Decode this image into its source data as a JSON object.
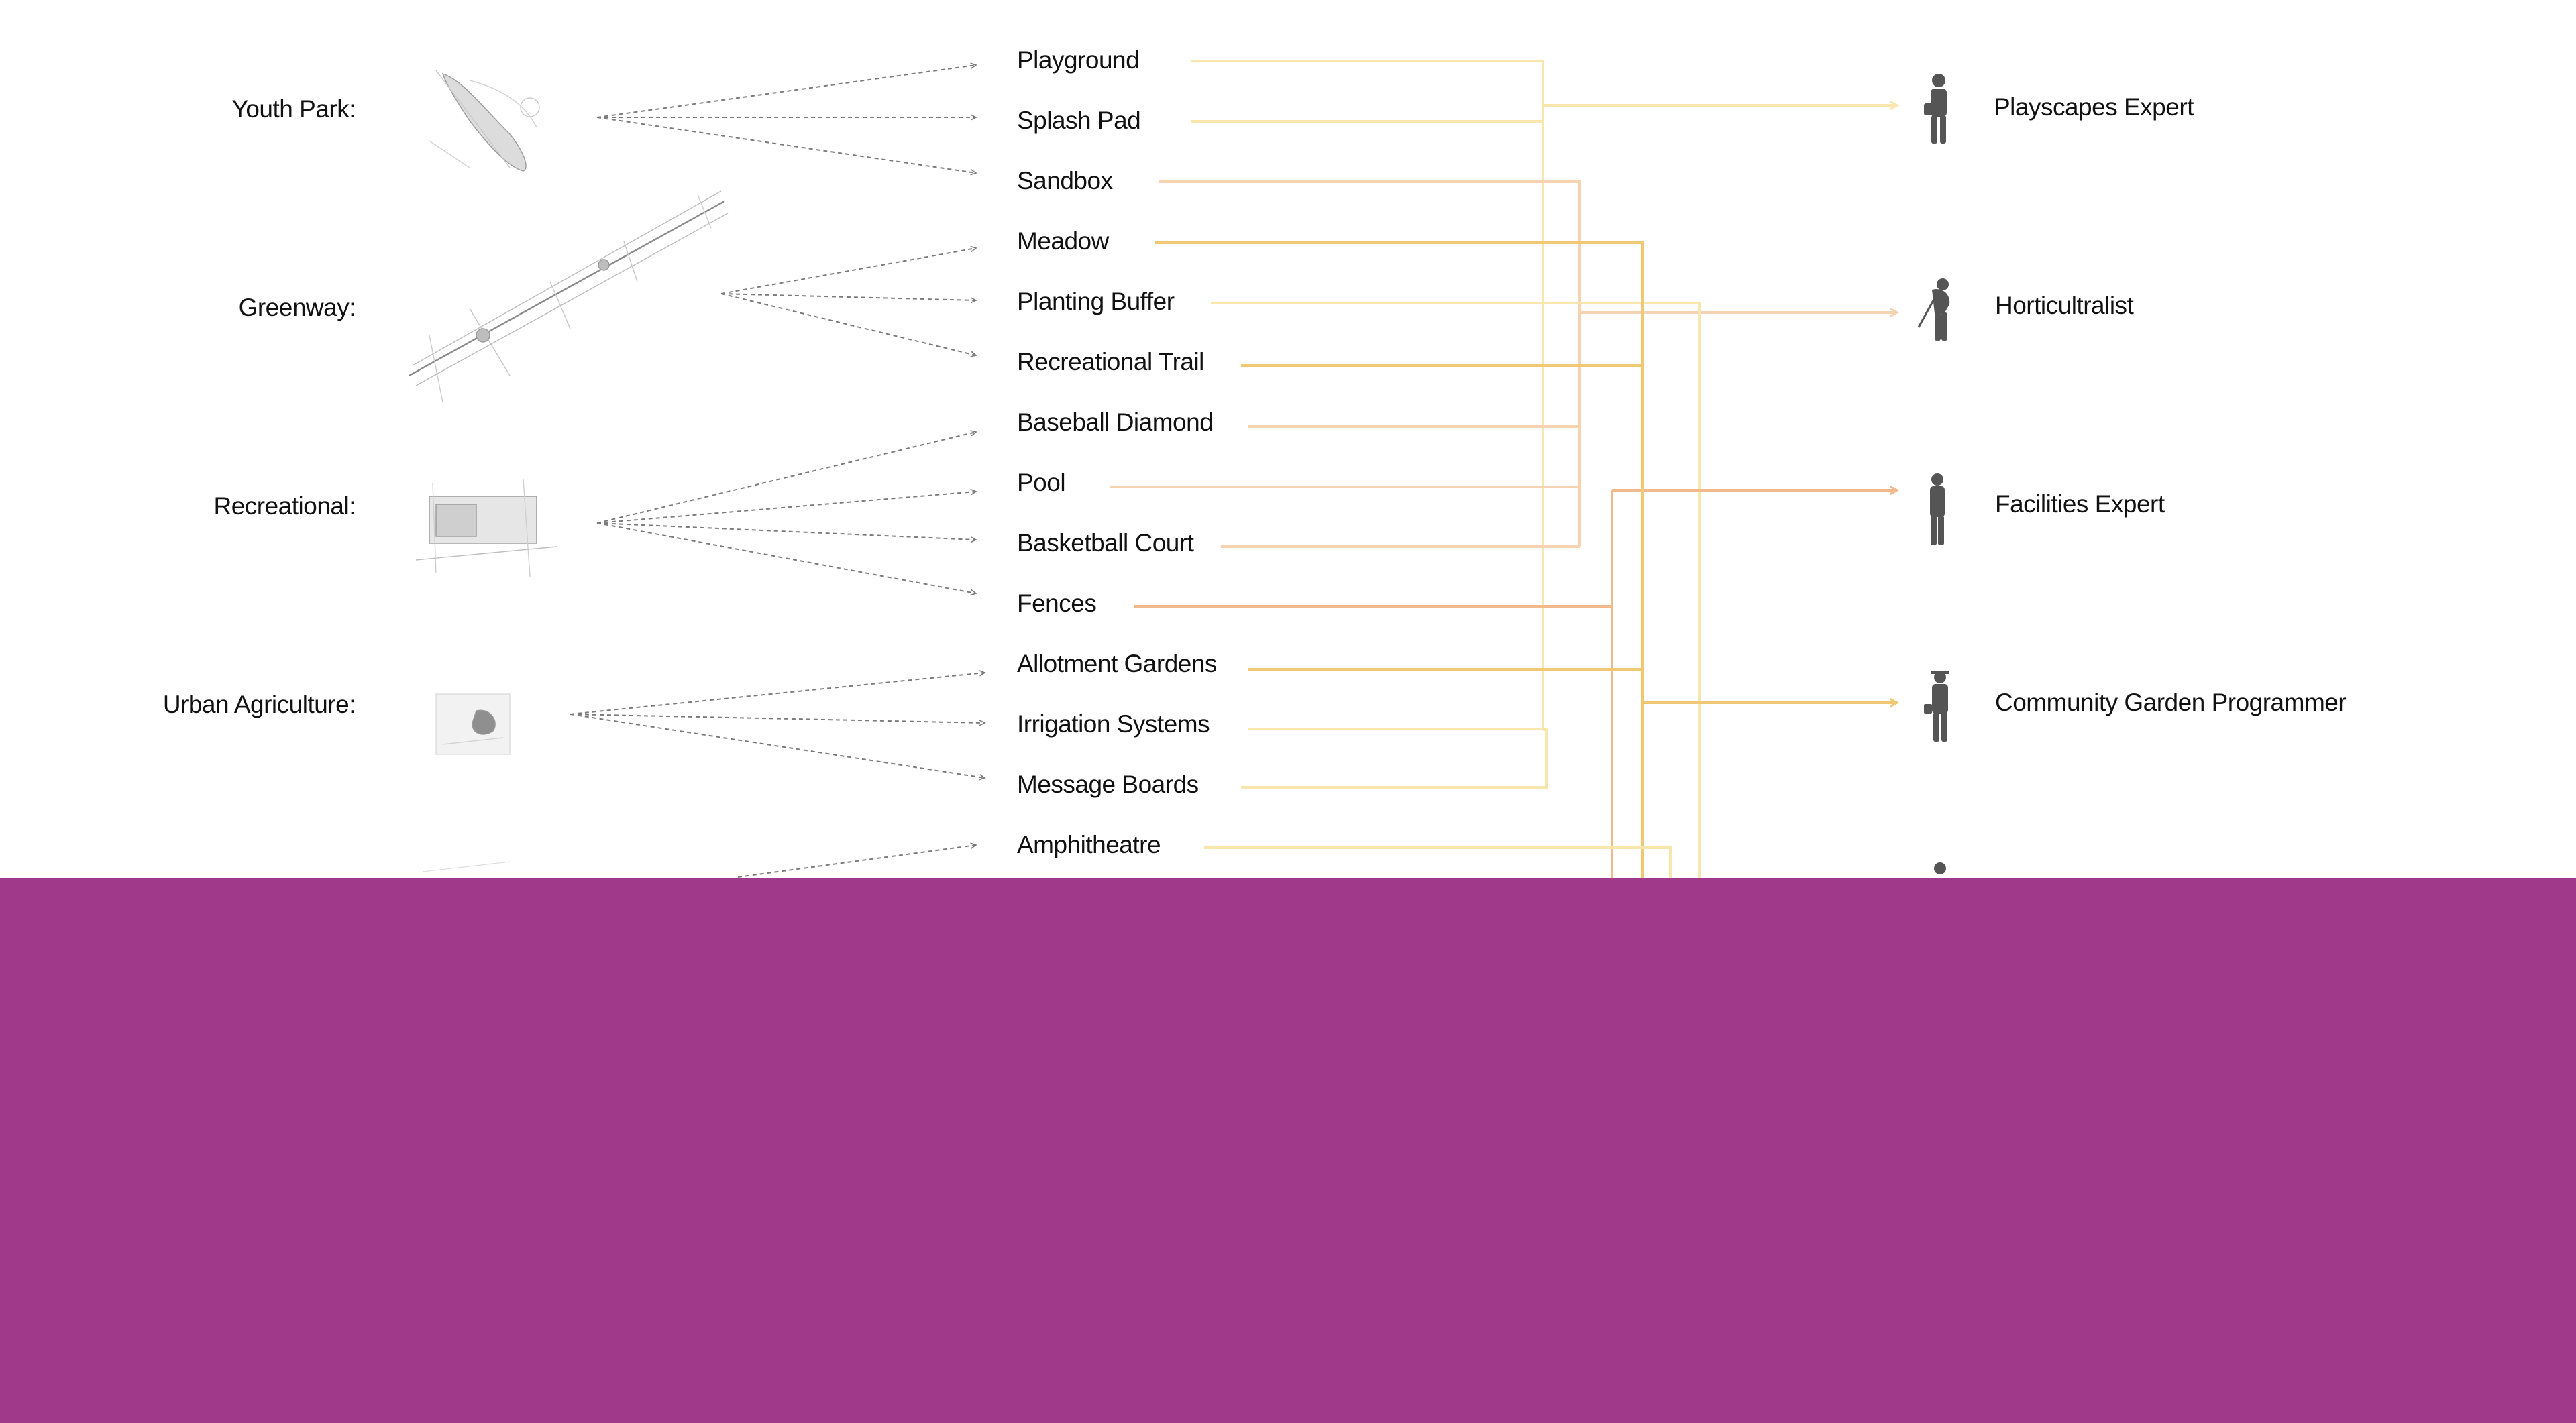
{
  "colors": {
    "background": "#ffffff",
    "bottom_band": "#a0398a",
    "dashed_arrow": "#7a7a7a",
    "silhouette": "#555555",
    "line_pale_yellow": "#f8e6ad",
    "line_peach": "#f6d3b0",
    "line_gold": "#f0c874",
    "line_orange": "#f2b98a"
  },
  "categories": [
    {
      "label": "Youth Park:",
      "icon": "youth-park-plan-thumbnail"
    },
    {
      "label": "Greenway:",
      "icon": "greenway-plan-thumbnail"
    },
    {
      "label": "Recreational:",
      "icon": "recreational-plan-thumbnail"
    },
    {
      "label": "Urban Agriculture:",
      "icon": "urban-agriculture-plan-thumbnail"
    }
  ],
  "elements": [
    "Playground",
    "Splash Pad",
    "Sandbox",
    "Meadow",
    "Planting Buffer",
    "Recreational Trail",
    "Baseball Diamond",
    "Pool",
    "Basketball Court",
    "Fences",
    "Allotment Gardens",
    "Irrigation Systems",
    "Message Boards",
    "Amphitheatre"
  ],
  "experts": [
    {
      "label": "Playscapes Expert",
      "icon": "worker-silhouette-icon"
    },
    {
      "label": "Horticultralist",
      "icon": "gardener-silhouette-icon"
    },
    {
      "label": "Facilities Expert",
      "icon": "worker-silhouette-icon"
    },
    {
      "label": "Community Garden Programmer",
      "icon": "gardener-silhouette-icon"
    }
  ]
}
